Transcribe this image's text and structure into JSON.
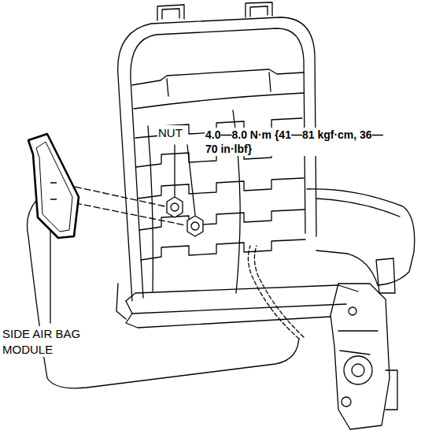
{
  "diagram": {
    "labels": [
      "NUT",
      "4.0—8.0 N·m {41—81 kgf·cm, 36—70 in·lbf}",
      "SIDE AIR BAG MODULE"
    ]
  }
}
